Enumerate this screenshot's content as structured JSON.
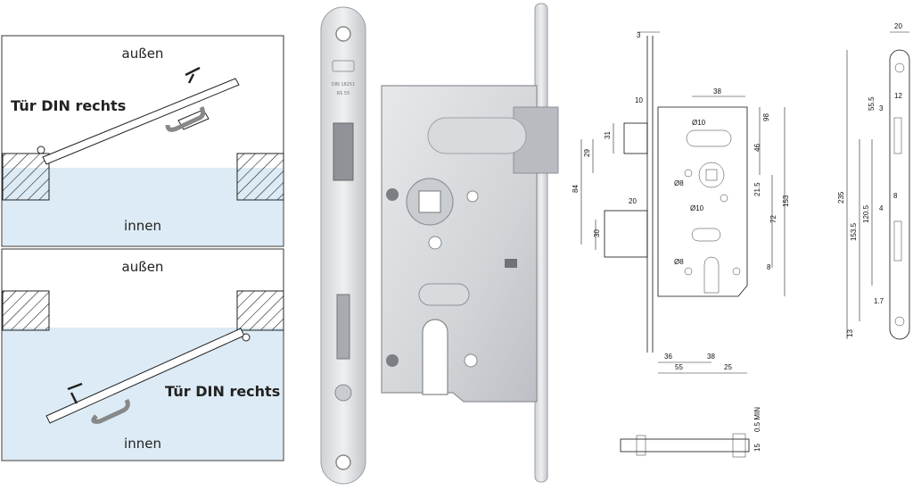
{
  "colors": {
    "inside_area": "#dcebf5",
    "frame_line": "#333333",
    "door_fill": "#ffffff",
    "metal_light": "#e2e4e6",
    "metal_mid": "#c9ccd0",
    "metal_dark": "#8d9196",
    "drawing_line": "#111111"
  },
  "door_diagram": {
    "top": {
      "outside_label": "außen",
      "door_label": "Tür DIN rechts",
      "inside_label": "innen"
    },
    "bottom": {
      "outside_label": "außen",
      "door_label": "Tür DIN rechts",
      "inside_label": "innen"
    }
  },
  "faceplate": {
    "stamp_lines": [
      "DIN 18251",
      "RS 55"
    ],
    "icon": "lock-logo-icon"
  },
  "technical_drawing": {
    "side_view": {
      "dims": [
        "3",
        "10",
        "31",
        "29",
        "84",
        "20",
        "30"
      ]
    },
    "front_view": {
      "dims": [
        "38",
        "98",
        "46",
        "21.5",
        "153",
        "72",
        "8",
        "36",
        "38",
        "55",
        "25",
        "Ø10",
        "Ø8",
        "Ø10",
        "Ø8"
      ]
    },
    "faceplate_view": {
      "dims": [
        "20",
        "12",
        "55.5",
        "3",
        "8",
        "4",
        "235",
        "153.5",
        "120.5",
        "1.7",
        "13"
      ]
    },
    "bottom_view": {
      "dims": [
        "0.5 MIN",
        "15"
      ]
    }
  }
}
